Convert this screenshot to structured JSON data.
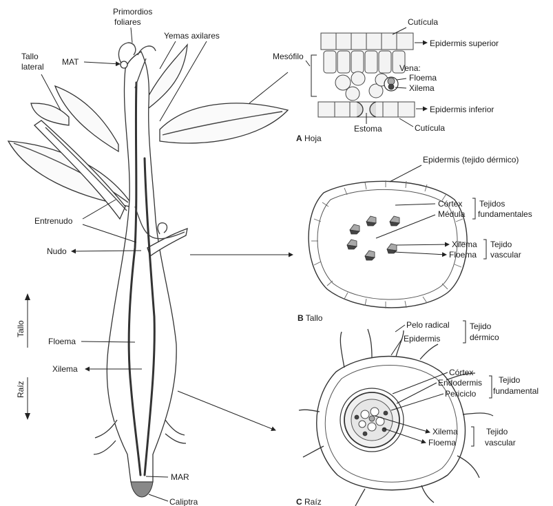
{
  "plant": {
    "labels": {
      "primordios": "Primordios",
      "foliares": "foliares",
      "yemas": "Yemas axilares",
      "tallo_lateral_1": "Tallo",
      "tallo_lateral_2": "lateral",
      "mat": "MAT",
      "entrenudo": "Entrenudo",
      "nudo": "Nudo",
      "floema": "Floema",
      "xilema": "Xilema",
      "mar": "MAR",
      "caliptra": "Caliptra",
      "axis_tallo": "Tallo",
      "axis_raiz": "Raíz"
    }
  },
  "leaf_panel": {
    "caption_letter": "A",
    "caption_text": "Hoja",
    "labels": {
      "cuticula_top": "Cutícula",
      "epidermis_superior": "Epidermis superior",
      "mesofilo": "Mesófilo",
      "vena": "Vena:",
      "floema": "Floema",
      "xilema": "Xilema",
      "epidermis_inferior": "Epidermis inferior",
      "estoma": "Estoma",
      "cuticula_bottom": "Cutícula"
    }
  },
  "stem_panel": {
    "caption_letter": "B",
    "caption_text": "Tallo",
    "labels": {
      "epidermis": "Epidermis (tejido dérmico)",
      "cortex": "Córtex",
      "medula": "Médula",
      "tejidos": "Tejidos",
      "fundamentales": "fundamentales",
      "xilema": "Xilema",
      "floema": "Floema",
      "tejido": "Tejido",
      "vascular": "vascular"
    }
  },
  "root_panel": {
    "caption_letter": "C",
    "caption_text": "Raíz",
    "labels": {
      "pelo_radical": "Pelo radical",
      "epidermis": "Epidermis",
      "tejido_d": "Tejido",
      "dermico": "dérmico",
      "cortex": "Córtex",
      "endodermis": "Endodermis",
      "periciclo": "Periciclo",
      "tejido_f": "Tejido",
      "fundamental": "fundamental",
      "xilema": "Xilema",
      "floema": "Floema",
      "tejido_v": "Tejido",
      "vascular": "vascular"
    }
  }
}
